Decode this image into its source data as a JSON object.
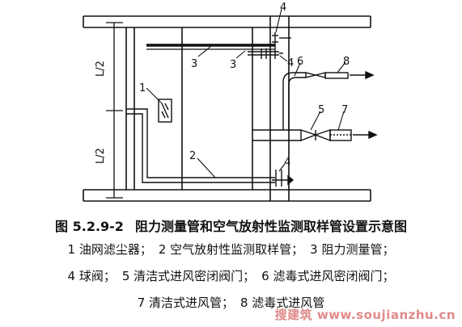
{
  "diagram": {
    "dimension_labels": [
      "L/2",
      "L/2"
    ],
    "callouts": [
      "1",
      "2",
      "3",
      "3",
      "4",
      "4",
      "4",
      "5",
      "6",
      "7",
      "8"
    ]
  },
  "caption": {
    "title_number": "图 5.2.9-2",
    "title": "阻力测量管和空气放射性监测取样管设置示意图",
    "legend_lines": [
      [
        "1 油网滤尘器；",
        "2 空气放射性监测取样管；",
        "3 阻力测量管；"
      ],
      [
        "4 球阀；",
        "5 清洁式进风密闭阀门；",
        "6 滤毒式进风密闭阀门；"
      ],
      [
        "7 清洁式进风管；",
        "8 滤毒式进风管"
      ]
    ]
  },
  "watermark": "搜建筑 www.soujianzhu.cn",
  "colors": {
    "line": "#111111",
    "watermark": "#e08a8a"
  }
}
